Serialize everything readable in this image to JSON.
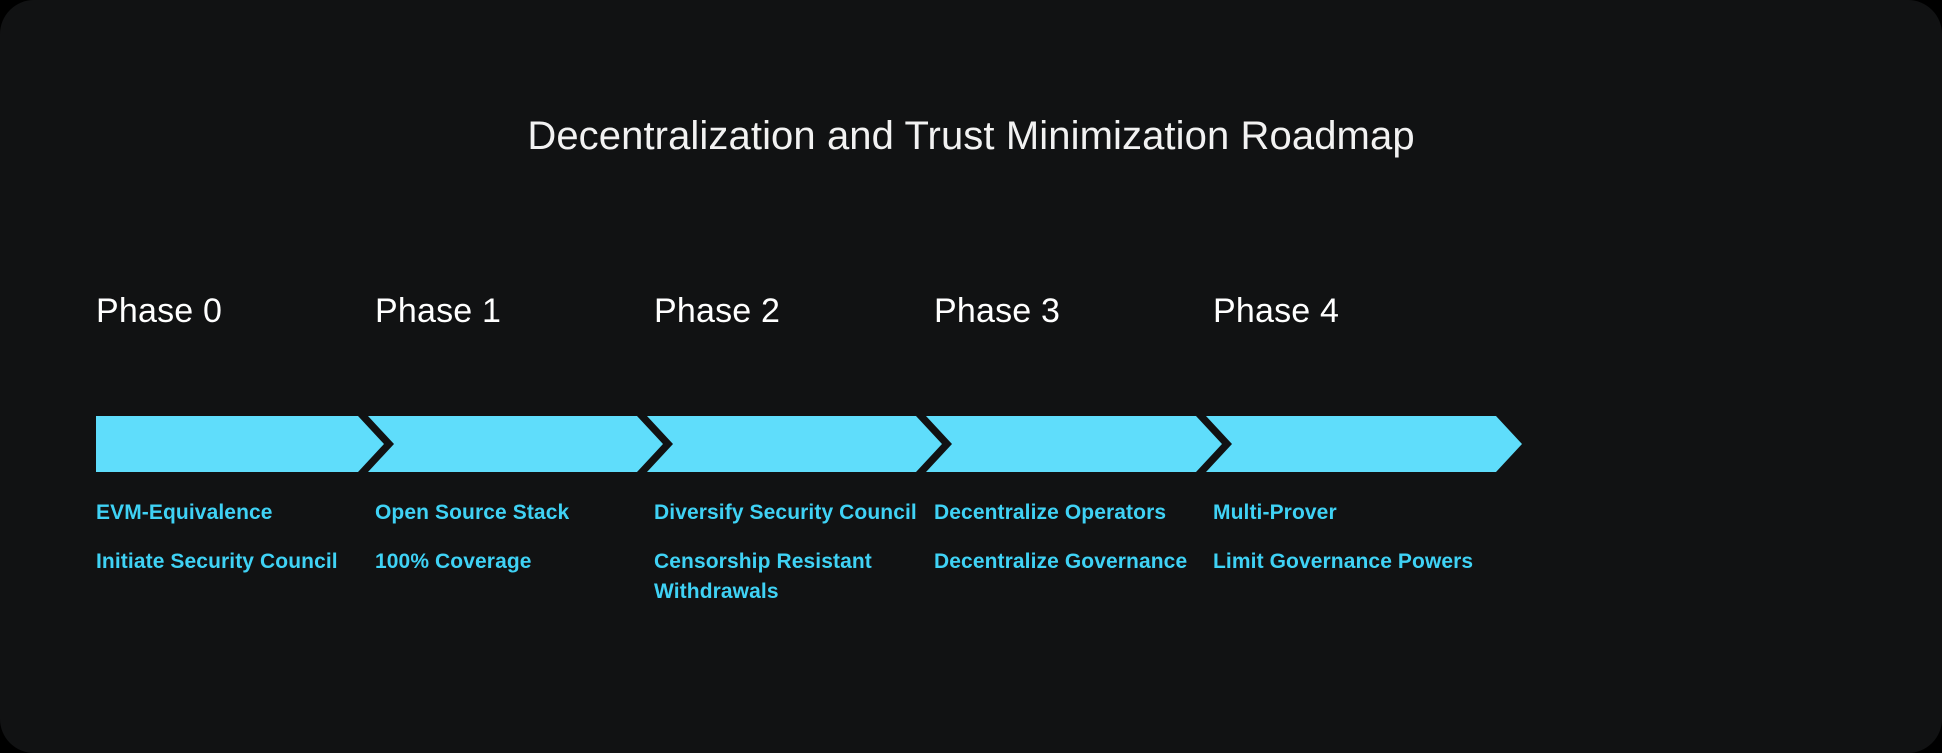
{
  "title": "Decentralization and Trust Minimization Roadmap",
  "colors": {
    "background": "#111213",
    "page": "#000000",
    "title_text": "#f2f2f2",
    "phase_label_text": "#ffffff",
    "chevron_fill": "#5FDDFB",
    "item_text": "#3FD2F5"
  },
  "chart_data": {
    "type": "table",
    "title": "Decentralization and Trust Minimization Roadmap",
    "categories": [
      "Phase 0",
      "Phase 1",
      "Phase 2",
      "Phase 3",
      "Phase 4"
    ],
    "series": [
      {
        "name": "Phase 0",
        "items": [
          "EVM-Equivalence",
          "Initiate Security Council"
        ]
      },
      {
        "name": "Phase 1",
        "items": [
          "Open Source Stack",
          "100% Coverage"
        ]
      },
      {
        "name": "Phase 2",
        "items": [
          "Diversify Security Council",
          "Censorship Resistant Withdrawals"
        ]
      },
      {
        "name": "Phase 3",
        "items": [
          "Decentralize Operators",
          "Decentralize Governance"
        ]
      },
      {
        "name": "Phase 4",
        "items": [
          "Multi-Prover",
          "Limit Governance Powers"
        ]
      }
    ],
    "xlabel": "",
    "ylabel": "",
    "legend": "none",
    "grid": false
  },
  "phases": [
    {
      "label": "Phase 0",
      "arrow_icon": "chevron-arrow-segment",
      "items": [
        "EVM-Equivalence",
        "Initiate Security Council"
      ]
    },
    {
      "label": "Phase 1",
      "arrow_icon": "chevron-arrow-segment",
      "items": [
        "Open Source Stack",
        "100% Coverage"
      ]
    },
    {
      "label": "Phase 2",
      "arrow_icon": "chevron-arrow-segment",
      "items": [
        "Diversify Security Council",
        "Censorship Resistant Withdrawals"
      ]
    },
    {
      "label": "Phase 3",
      "arrow_icon": "chevron-arrow-segment",
      "items": [
        "Decentralize Operators",
        "Decentralize Governance"
      ]
    },
    {
      "label": "Phase 4",
      "arrow_icon": "chevron-arrow-segment",
      "items": [
        "Multi-Prover",
        "Limit Governance Powers"
      ]
    }
  ]
}
